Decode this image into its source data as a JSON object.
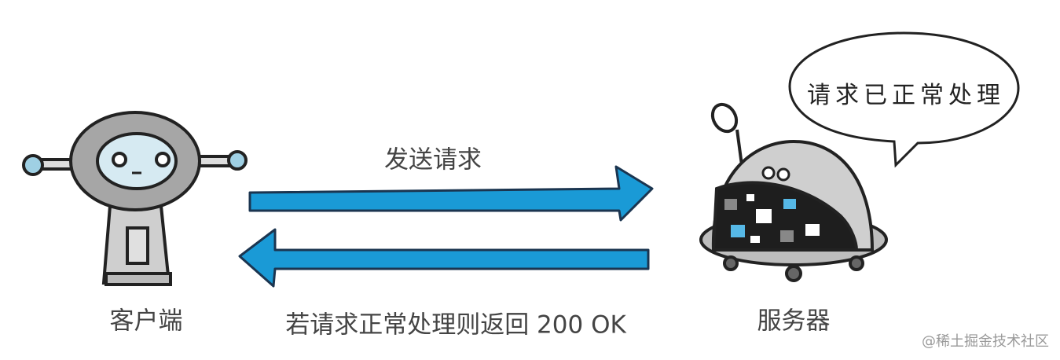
{
  "client": {
    "label": "客户端"
  },
  "server": {
    "label": "服务器",
    "speech": "请求已正常处理"
  },
  "arrows": {
    "request_label": "发送请求",
    "response_label": "若请求正常处理则返回 200 OK"
  },
  "watermark": "@稀土掘金技术社区",
  "colors": {
    "arrow": "#1a9ad6",
    "robot_gray": "#a6a6a6",
    "face_blue": "#d6eaf2",
    "outline": "#222222"
  }
}
